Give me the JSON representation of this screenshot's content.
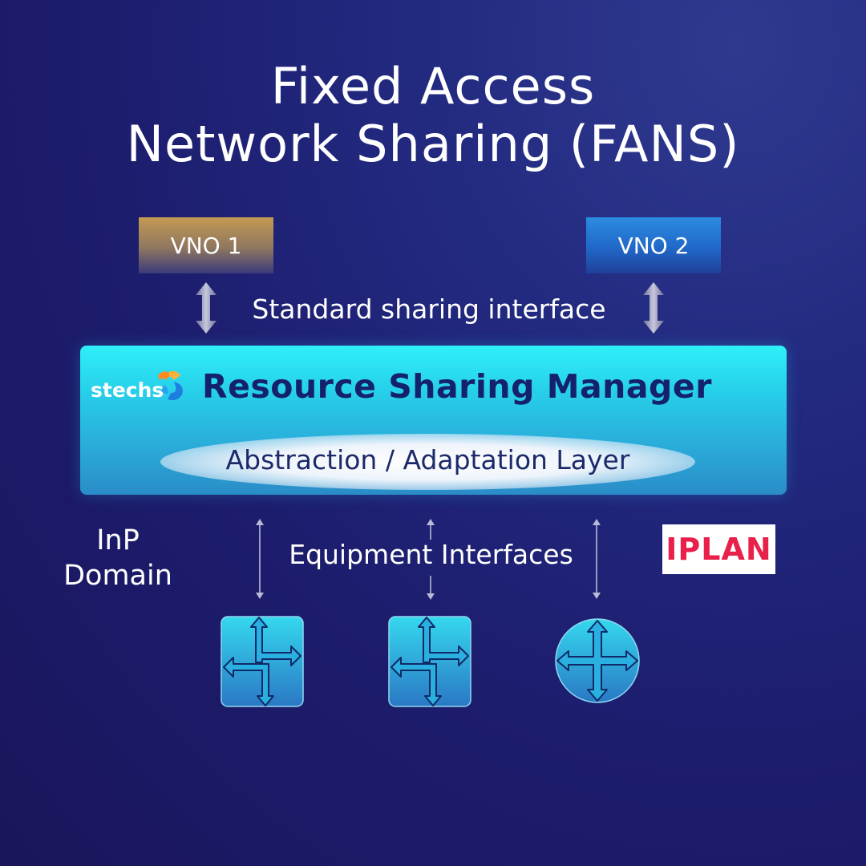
{
  "title": {
    "line1": "Fixed Access",
    "line2": "Network Sharing (FANS)"
  },
  "vno": {
    "left": "VNO 1",
    "right": "VNO 2"
  },
  "standard_interface": "Standard sharing interface",
  "manager": {
    "brand": "stechs",
    "title": "Resource Sharing Manager",
    "layer": "Abstraction / Adaptation Layer"
  },
  "domain": {
    "line1": "InP",
    "line2": "Domain"
  },
  "equipment_interfaces": "Equipment Interfaces",
  "partner_logo": "IPLAN",
  "colors": {
    "background": "#1d1d6e",
    "manager_fill": "#27d0ea",
    "manager_text": "#14226b",
    "vno1": "#c49a52",
    "vno2": "#2b8ce0",
    "iplan_red": "#e8204a"
  },
  "icons": [
    "double-arrow-icon",
    "router-switch-icon",
    "router-icon",
    "stechs-logo-icon"
  ]
}
